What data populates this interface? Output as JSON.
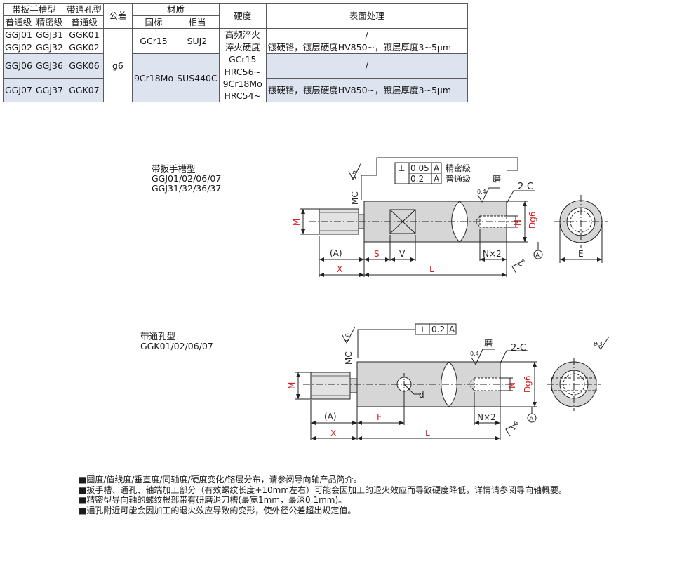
{
  "table": {
    "headers": {
      "handle_type": "带扳手槽型",
      "through_type": "带通孔型",
      "tolerance": "公差",
      "material": "材质",
      "hardness": "硬度",
      "surface": "表面处理",
      "normal_grade": "普通级",
      "precision_grade": "精密级",
      "normal_grade2": "普通级",
      "national_std": "国标",
      "equivalent": "相当"
    },
    "rows": [
      {
        "a": "GGJ01",
        "b": "GGJ31",
        "c": "GGK01",
        "surface": "/"
      },
      {
        "a": "GGJ02",
        "b": "GGJ32",
        "c": "GGK02",
        "surface": "镀硬铬，镀层硬度HV850~，镀层厚度3~5μm"
      },
      {
        "a": "GGJ06",
        "b": "GGJ36",
        "c": "GGK06",
        "surface": "/"
      },
      {
        "a": "GGJ07",
        "b": "GGJ37",
        "c": "GGK07",
        "surface": "镀硬铬，镀层硬度HV850~，镀层厚度3~5μm"
      }
    ],
    "tolerance_value": "g6",
    "material1": {
      "national": "GCr15",
      "equiv": "SUJ2"
    },
    "material2": {
      "national": "9Cr18Mo",
      "equiv": "SUS440C"
    },
    "hardness_lines": [
      "高频淬火",
      "淬火硬度",
      "GCr15",
      "HRC56~",
      "9Cr18Mo",
      "HRC54~"
    ]
  },
  "drawing_top": {
    "title": "带扳手槽型",
    "models1": "GGJ01/02/06/07",
    "models2": "GGJ31/32/36/37",
    "tol_precision": "0.05",
    "tol_normal": "0.2",
    "datum": "A",
    "perp_symbol": "⊥",
    "precision_label": "精密级",
    "normal_label": "普通级",
    "grind": "磨",
    "chamfer": "2-C",
    "rough_04": "0.4",
    "rough_16": "1.6",
    "mc": "MC",
    "dim_M": "M",
    "dim_N": "N",
    "dim_Dg6": "Dg6",
    "dim_A": "(A)",
    "dim_S": "S",
    "dim_V": "V",
    "dim_Nx2": "N×2",
    "dim_X": "X",
    "dim_L": "L",
    "dim_E": "E",
    "datum_circle": "A"
  },
  "drawing_bottom": {
    "title": "带通孔型",
    "models": "GGK01/02/06/07",
    "tol": "0.2",
    "datum": "A",
    "perp_symbol": "⊥",
    "grind": "磨",
    "chamfer": "2-C",
    "rough_04": "0.4",
    "rough_16": "1.6",
    "rough_63": "6.3",
    "mc": "MC",
    "dim_M": "M",
    "dim_N": "N",
    "dim_Dg6": "Dg6",
    "dim_A": "(A)",
    "dim_F": "F",
    "dim_d": "d",
    "dim_Nx2": "N×2",
    "dim_X": "X",
    "dim_L": "L",
    "datum_circle": "A"
  },
  "notes": [
    "■圆度/值线度/垂直度/同轴度/硬度变化/铬层分布，请参阅导向轴产品简介。",
    "■扳手槽、通孔、轴端加工部分（有效螺纹长度+10mm左右）可能会因加工的退火效应而导致硬度降低，详情请参阅导向轴概要。",
    "■精密型导向轴的螺纹根部带有研磨退刀槽(最宽1mm，最深0.1mm)。",
    "■通孔附近可能会因加工的退火效应导致的变形，使外径公差超出规定值。"
  ],
  "colors": {
    "dim_red": "#d42020",
    "body_fill": "#d6d6d6",
    "table_blue": "#dde3ef"
  }
}
